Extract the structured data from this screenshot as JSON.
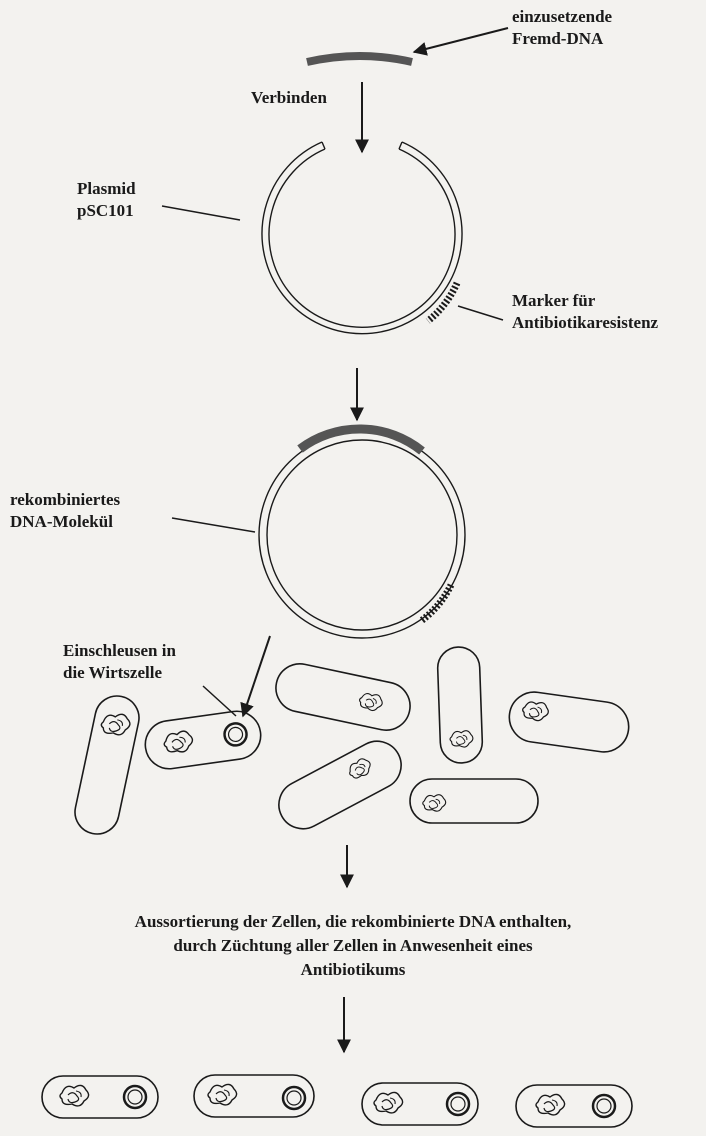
{
  "labels": {
    "foreign_dna": [
      "einzusetzende",
      "Fremd-DNA"
    ],
    "joining": "Verbinden",
    "plasmid": [
      "Plasmid",
      "pSC101"
    ],
    "marker": [
      "Marker für",
      "Antibiotikaresistenz"
    ],
    "recombinant": [
      "rekombiniertes",
      "DNA-Molekül"
    ],
    "insertion": [
      "Einschleusen in",
      "die Wirtszelle"
    ]
  },
  "caption": [
    "Aussortierung der Zellen, die rekombinierte DNA enthalten,",
    "durch Züchtung aller Zellen in Anwesenheit eines",
    "Antibiotikums"
  ],
  "colors": {
    "ink": "#1a1a1a",
    "foreign_dna": "#555555",
    "background": "#f3f2ef"
  }
}
